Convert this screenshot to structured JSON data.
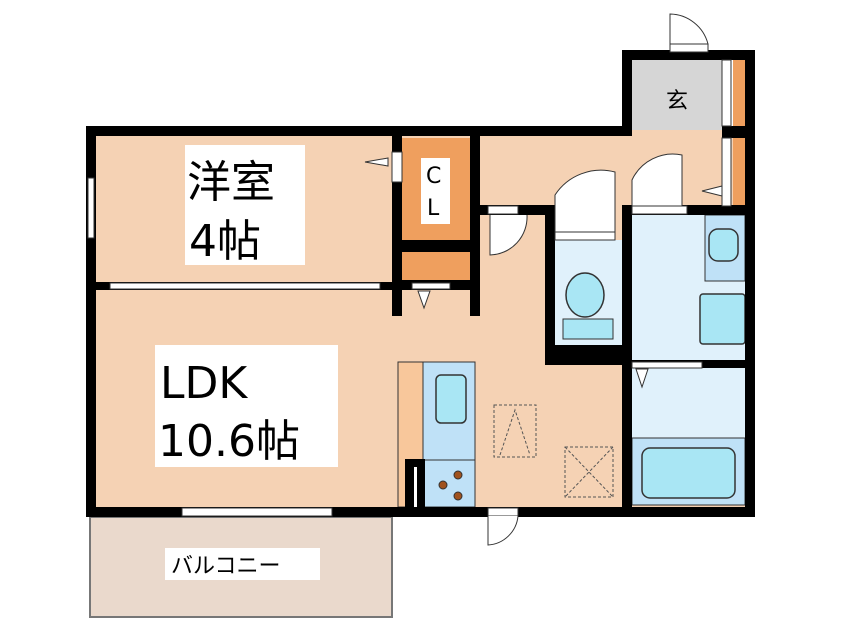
{
  "rooms": {
    "western_room": {
      "name": "洋室",
      "size": "4帖"
    },
    "closet": {
      "letter1": "C",
      "letter2": "L"
    },
    "entrance": {
      "name": "玄"
    },
    "ldk": {
      "name": "LDK",
      "size": "10.6帖"
    },
    "balcony": {
      "name": "バルコニー"
    }
  },
  "colors": {
    "room": "#f5d2b4",
    "storage": "#ef9f5e",
    "wet": "#e0f1fb",
    "fixture": "#a9e6f4",
    "entrance": "#d6d6d6",
    "balcony": "#ead9cc",
    "wall": "#000000"
  }
}
